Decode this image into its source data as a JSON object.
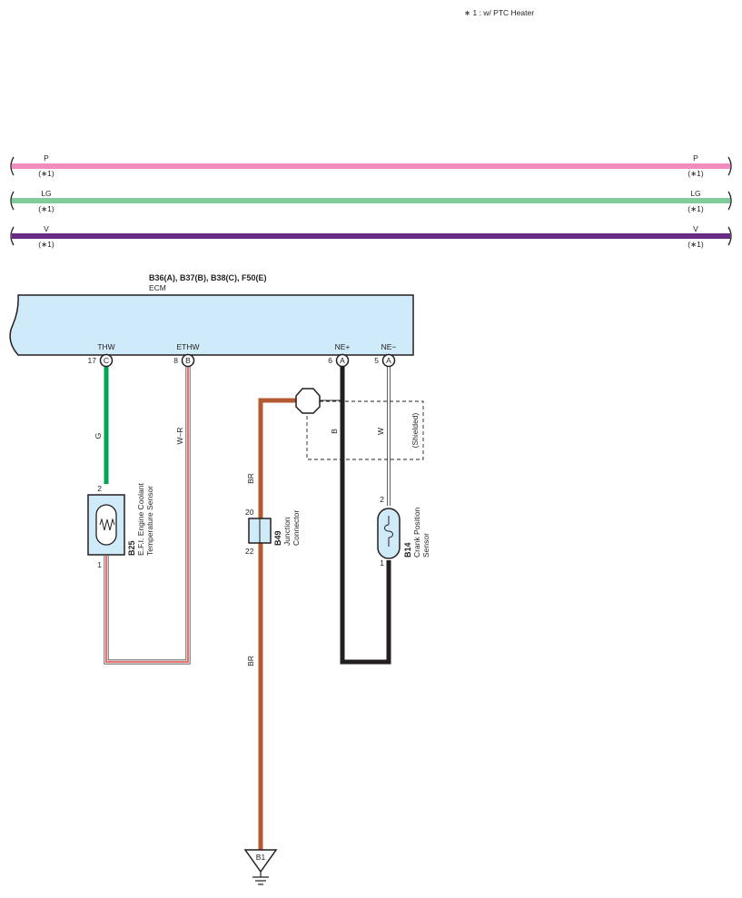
{
  "note": "∗ 1 : w/ PTC Heater",
  "buses": [
    {
      "left_label": "P",
      "right_label": "P",
      "left_note": "(∗1)",
      "right_note": "(∗1)",
      "color": "#f28bc0"
    },
    {
      "left_label": "LG",
      "right_label": "LG",
      "left_note": "(∗1)",
      "right_note": "(∗1)",
      "color": "#7fcb9b"
    },
    {
      "left_label": "V",
      "right_label": "V",
      "left_note": "(∗1)",
      "right_note": "(∗1)",
      "color": "#6a2b86"
    }
  ],
  "ecm": {
    "connectors": "B36(A), B37(B), B38(C), F50(E)",
    "name": "ECM",
    "fill": "#cfeaf8",
    "pins": [
      {
        "label": "THW",
        "pin": "17",
        "conn": "C"
      },
      {
        "label": "ETHW",
        "pin": "8",
        "conn": "B"
      },
      {
        "label": "NE+",
        "pin": "6",
        "conn": "A"
      },
      {
        "label": "NE−",
        "pin": "5",
        "conn": "A"
      }
    ]
  },
  "wires": {
    "thw": "G",
    "ethw": "W–R",
    "ne_plus": "B",
    "ne_minus": "W",
    "shield": "(Shielded)",
    "ground_upper": "BR",
    "ground_lower": "BR"
  },
  "wire_colors": {
    "green": "#00a651",
    "brown": "#b45a33",
    "black": "#231f20",
    "red": "#e0242a"
  },
  "b25": {
    "code": "B25",
    "name_line1": "E.F.I. Engine Coolant",
    "name_line2": "Temperature Sensor",
    "pin_top": "2",
    "pin_bottom": "1"
  },
  "b49": {
    "code": "B49",
    "name_line1": "Junction",
    "name_line2": "Connector",
    "pin_top": "20",
    "pin_bottom": "22"
  },
  "b14": {
    "code": "B14",
    "name_line1": "Crank Position",
    "name_line2": "Sensor",
    "pin_top": "2",
    "pin_bottom": "1"
  },
  "ground": {
    "label": "B1"
  }
}
